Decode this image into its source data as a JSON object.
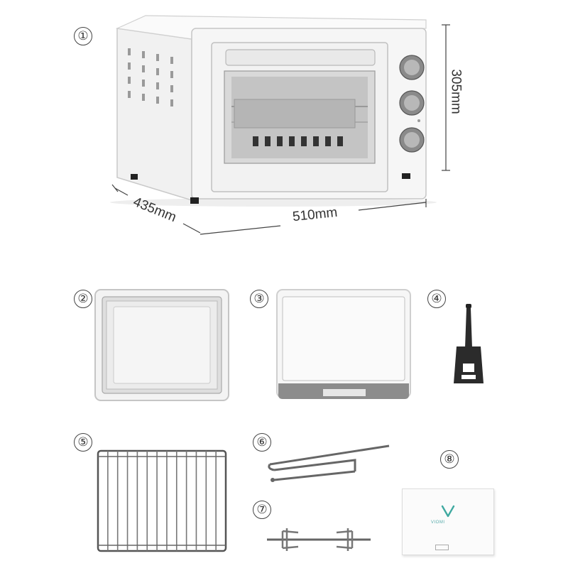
{
  "labels": {
    "oven": "①",
    "baking_tray": "②",
    "crumb_tray": "③",
    "tray_handle": "④",
    "wire_rack": "⑤",
    "rotisserie_fork_handle": "⑥",
    "rotisserie_spit": "⑦",
    "manual": "⑧"
  },
  "dimensions": {
    "height": "305mm",
    "width": "510mm",
    "depth": "435mm"
  },
  "manual": {
    "brand": "VIOMI",
    "brand_mark": "V"
  },
  "colors": {
    "appliance_white": "#f4f4f4",
    "outline": "#bbbbbb",
    "knob": "#7a7a7a",
    "text": "#333333",
    "brand_teal": "#3fa9a0"
  }
}
